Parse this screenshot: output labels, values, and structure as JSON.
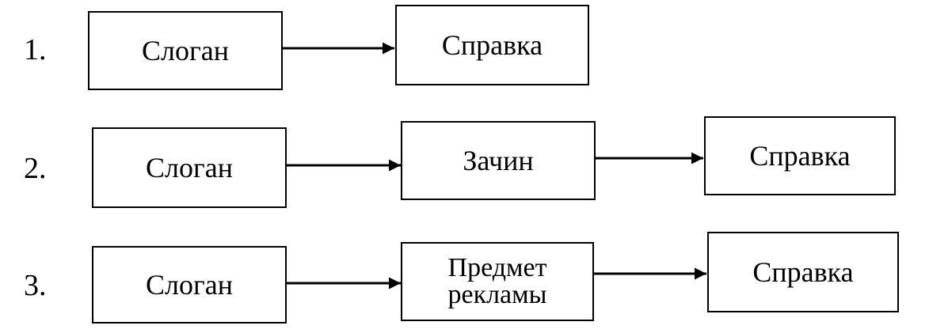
{
  "diagram": {
    "rows": [
      {
        "number": "1.",
        "nodes": [
          "Слоган",
          "Справка"
        ]
      },
      {
        "number": "2.",
        "nodes": [
          "Слоган",
          "Зачин",
          "Справка"
        ]
      },
      {
        "number": "3.",
        "nodes": [
          "Слоган",
          "Предмет\nрекламы",
          "Справка"
        ]
      }
    ]
  }
}
